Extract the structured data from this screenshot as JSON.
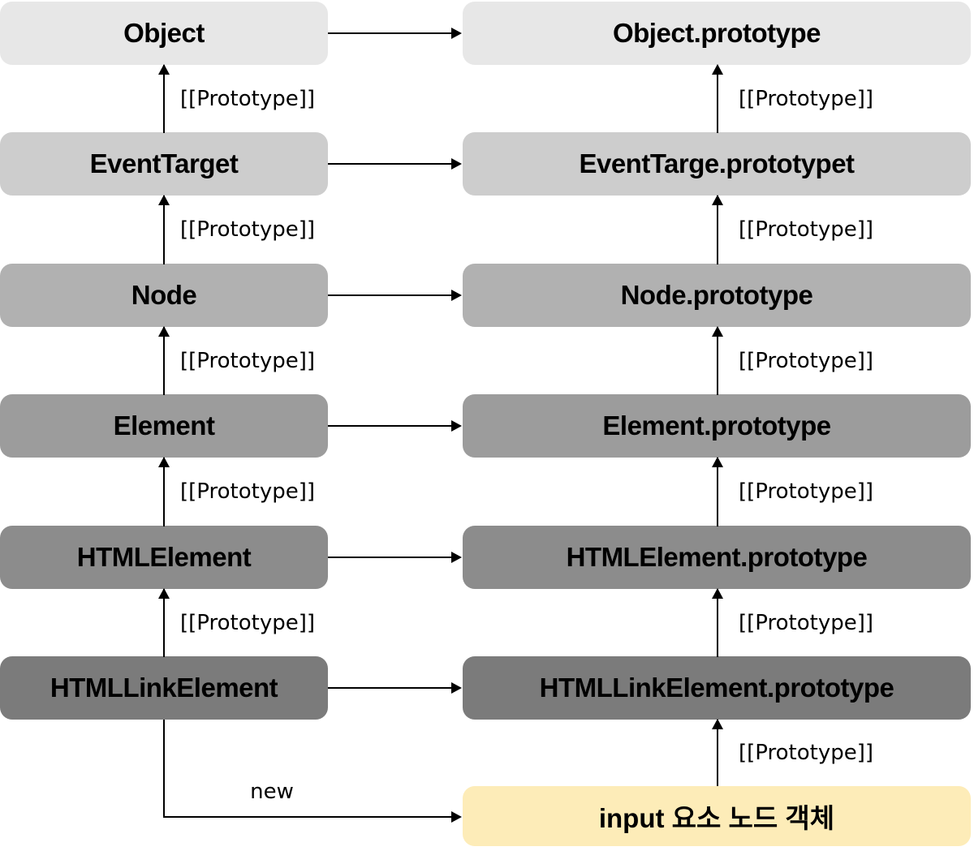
{
  "diagram": {
    "rows": [
      {
        "left": "Object",
        "right": "Object.prototype",
        "color": "#e7e7e7"
      },
      {
        "left": "EventTarget",
        "right": "EventTarge.prototypet",
        "color": "#cdcdcd"
      },
      {
        "left": "Node",
        "right": "Node.prototype",
        "color": "#b1b1b1"
      },
      {
        "left": "Element",
        "right": "Element.prototype",
        "color": "#9c9c9c"
      },
      {
        "left": "HTMLElement",
        "right": "HTMLElement.prototype",
        "color": "#8c8c8c"
      },
      {
        "left": "HTMLLinkElement",
        "right": "HTMLLinkElement.prototype",
        "color": "#7b7b7b"
      }
    ],
    "prototype_label": "[[Prototype]]",
    "new_label": "new",
    "instance_box": {
      "label": "input 요소 노드 객체",
      "color": "#fdecb8"
    },
    "colors": {
      "arrow": "#000000",
      "text": "#000000",
      "background": "#ffffff"
    }
  }
}
